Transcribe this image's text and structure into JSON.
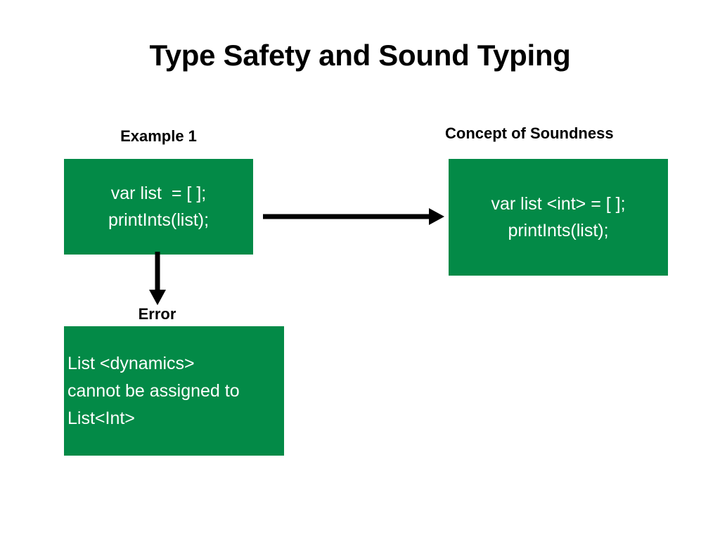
{
  "slide": {
    "title": "Type Safety and Sound Typing",
    "background_color": "#ffffff",
    "text_color": "#000000",
    "accent_color": "#038A47",
    "box_text_color": "#ffffff"
  },
  "sections": {
    "example1": {
      "heading": "Example 1",
      "code_lines": [
        "var list  = [ ];",
        "printInts(list);"
      ]
    },
    "soundness": {
      "heading": "Concept of Soundness",
      "code_lines": [
        "var list <int> = [ ];",
        "printInts(list);"
      ]
    },
    "error": {
      "heading": "Error",
      "code_lines": [
        "List <dynamics>",
        "cannot be assigned to",
        "List<Int>"
      ]
    }
  },
  "connectors": {
    "example_to_soundness": {
      "icon": "arrow-right-icon",
      "direction": "right",
      "color": "#000000"
    },
    "example_to_error": {
      "icon": "arrow-down-icon",
      "direction": "down",
      "color": "#000000"
    }
  }
}
